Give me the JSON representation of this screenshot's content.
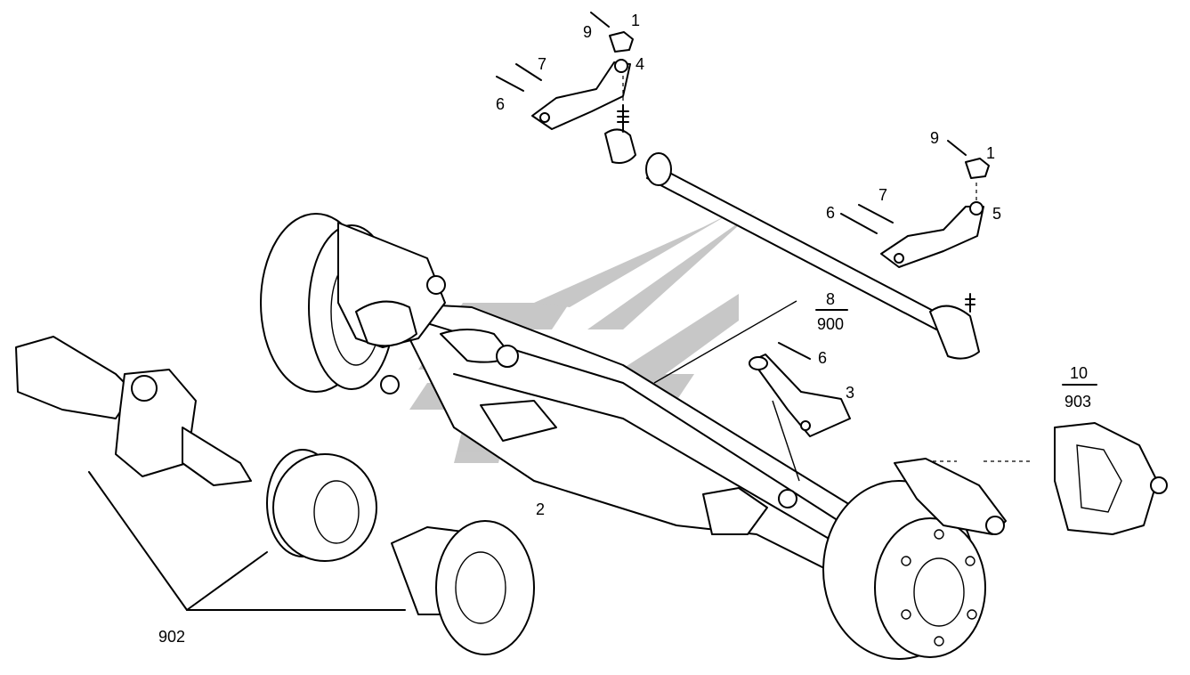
{
  "watermark_color": "#9a9a9a",
  "labels": {
    "l1a": "1",
    "l9a": "9",
    "l4": "4",
    "l7a": "7",
    "l6a": "6",
    "l9b": "9",
    "l1b": "1",
    "l7b": "7",
    "l6b": "6",
    "l5": "5",
    "l8_num": "8",
    "l8_den": "900",
    "l6c": "6",
    "l3": "3",
    "l10_num": "10",
    "l10_den": "903",
    "l2": "2",
    "l902": "902"
  }
}
